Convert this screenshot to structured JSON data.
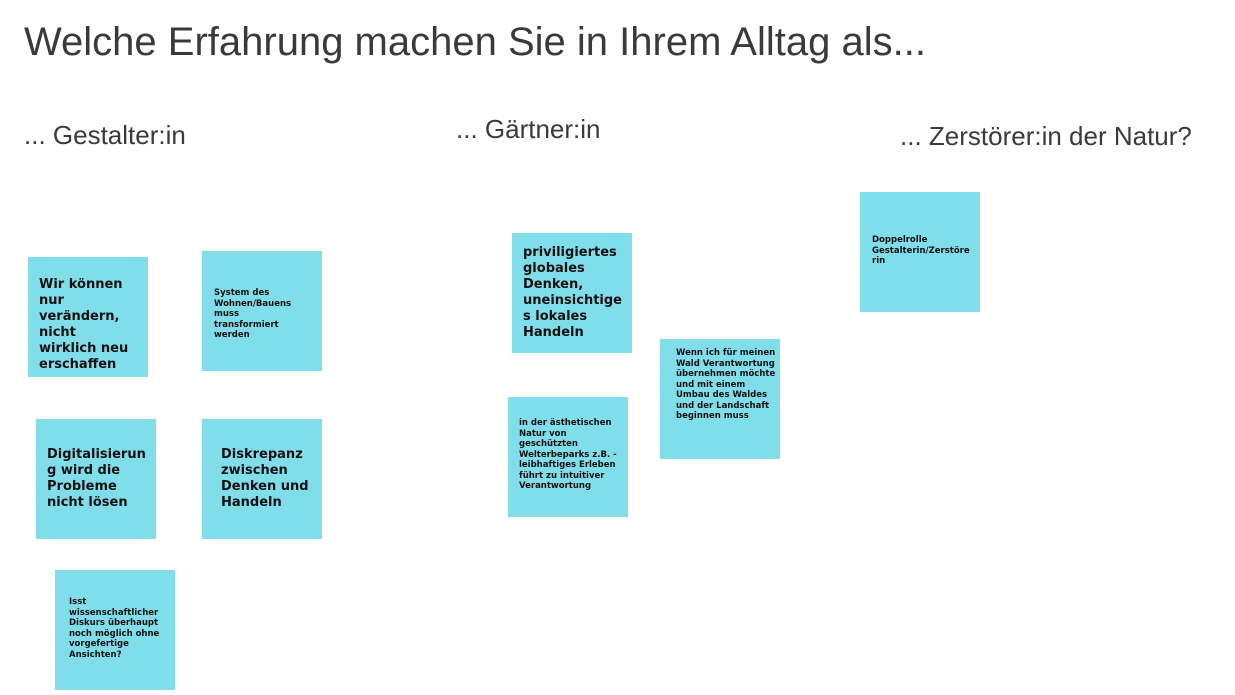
{
  "slide": {
    "title": "Welche Erfahrung machen Sie in Ihrem Alltag als...",
    "columns": [
      {
        "header": "... Gestalter:in"
      },
      {
        "header": "... Gärtner:in"
      },
      {
        "header": "... Zerstörer:in der Natur?"
      }
    ]
  },
  "notes": {
    "gestalter": [
      "Wir können nur verändern, nicht wirklich neu erschaffen",
      "System des Wohnen/Bauens muss transformiert werden",
      "Digitalisierung wird die Probleme nicht lösen",
      "Diskrepanz zwischen Denken und Handeln",
      "Isst wissenschaftlicher Diskurs überhaupt noch möglich ohne vorgefertige Ansichten?"
    ],
    "gaertner": [
      "priviligiertes globales Denken, uneinsichtiges lokales Handeln",
      "Wenn ich für meinen Wald Verantwortung übernehmen möchte und mit einem Umbau des Waldes und der Landschaft beginnen muss",
      "in der ästhetischen Natur von geschützten Welterbeparks z.B. - leibhaftiges Erleben führt zu intuitiver Verantwortung"
    ],
    "zerstoerer": [
      "Doppelrolle Gestalterin/Zerstörerin"
    ],
    "color": "#80deea"
  }
}
